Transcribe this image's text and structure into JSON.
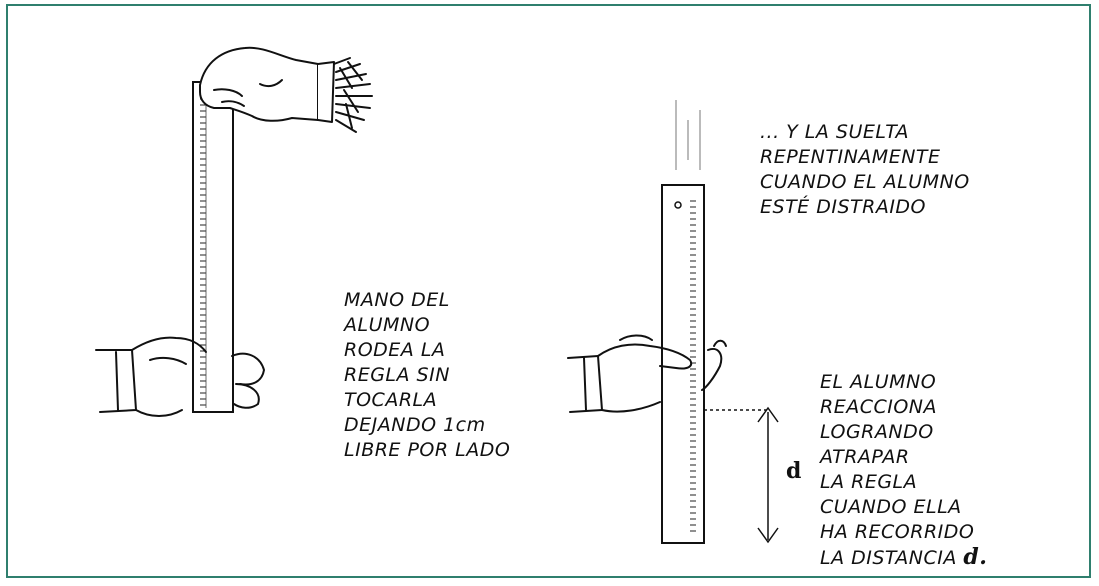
{
  "figure": {
    "left_caption_lines": [
      "MANO DEL",
      "ALUMNO",
      "RODEA LA",
      "REGLA SIN",
      "TOCARLA",
      "DEJANDO 1cm",
      "LIBRE POR LADO"
    ],
    "top_right_caption_lines": [
      "... Y LA SUELTA",
      "REPENTINAMENTE",
      "CUANDO EL ALUMNO",
      "ESTÉ DISTRAIDO"
    ],
    "bottom_right_caption_lines": [
      "EL ALUMNO",
      "REACCIONA",
      "LOGRANDO",
      "ATRAPAR",
      "LA REGLA",
      "CUANDO ELLA",
      "HA RECORRIDO",
      "LA DISTANCIA"
    ],
    "distance_symbol": "d",
    "distance_symbol_caption": "d."
  },
  "colors": {
    "frame": "#2f7f6e",
    "ink": "#111111"
  }
}
